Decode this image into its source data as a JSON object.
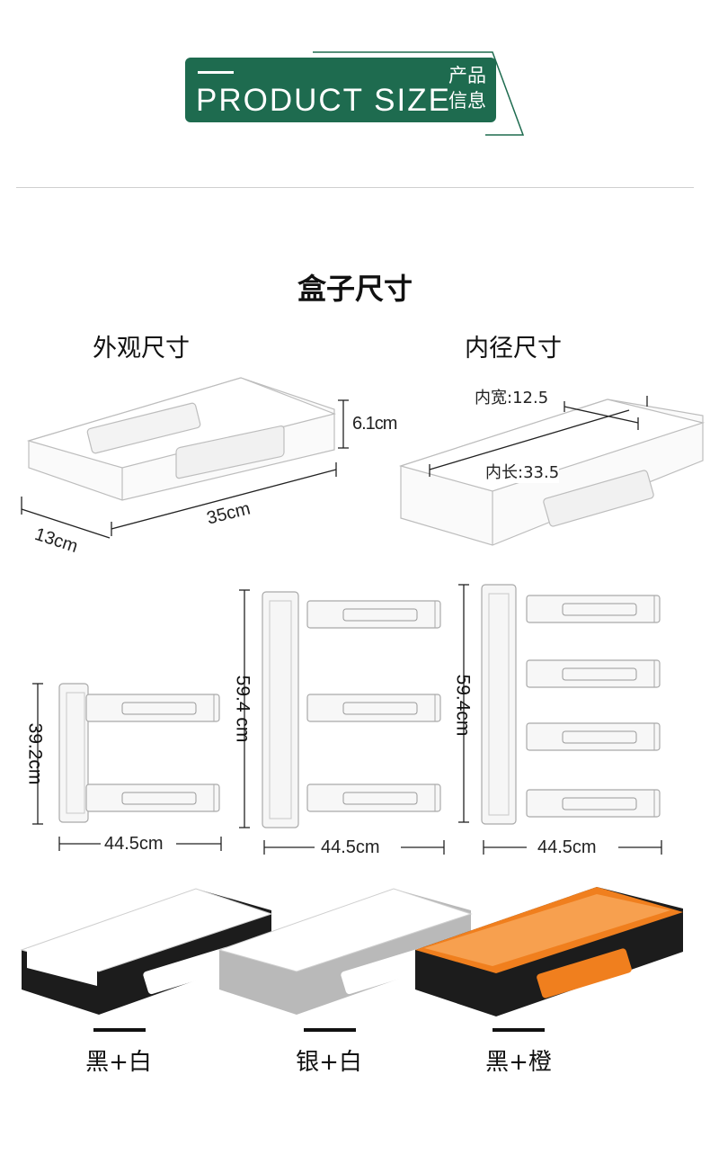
{
  "header": {
    "title": "PRODUCT SIZE",
    "subtitle_cn": "产品信息"
  },
  "box_section": {
    "title": "盒子尺寸",
    "outer": {
      "title": "外观尺寸",
      "height": "6.1cm",
      "length": "35cm",
      "width": "13cm"
    },
    "inner": {
      "title": "内径尺寸",
      "width": "内宽:12.5",
      "length": "内长:33.5"
    }
  },
  "rack_sizes": [
    {
      "height": "39.2cm",
      "width": "44.5cm"
    },
    {
      "height": "59.4 cm",
      "width": "44.5cm"
    },
    {
      "height": "59.4cm",
      "width": "44.5cm"
    }
  ],
  "colors": [
    {
      "label": "黑+白",
      "body": "#1c1c1c",
      "inner": "#ffffff"
    },
    {
      "label": "银+白",
      "body": "#b9b9b9",
      "inner": "#ffffff"
    },
    {
      "label": "黑+橙",
      "body": "#1c1c1c",
      "inner": "#f07f1e"
    }
  ],
  "accent": "#1e6b4f"
}
